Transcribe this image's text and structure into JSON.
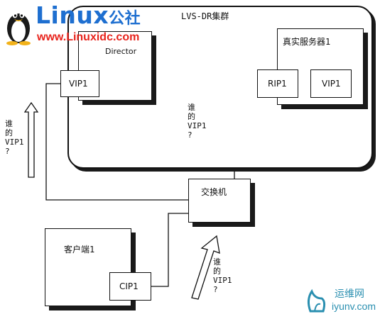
{
  "watermark": {
    "brand": "Linux",
    "brand_suffix": "公社",
    "url": "www.Linuxidc.com"
  },
  "cluster": {
    "title": "LVS-DR集群"
  },
  "director": {
    "title": "Director",
    "vip": "VIP1"
  },
  "real_server": {
    "title": "真实服务器1",
    "rip": "RIP1",
    "vip": "VIP1"
  },
  "switch": {
    "label": "交换机"
  },
  "client": {
    "title": "客户端1",
    "cip": "CIP1"
  },
  "questions": {
    "left": [
      "谁",
      "的",
      "VIP1",
      "?"
    ],
    "middle": [
      "谁",
      "的",
      "VIP1",
      "?"
    ],
    "bottom": [
      "谁",
      "的",
      "VIP1",
      "?"
    ]
  },
  "bottom_logo": {
    "cn": "运维网",
    "url": "iyunv.com"
  },
  "colors": {
    "brand_blue": "#1e6fd0",
    "brand_red": "#e8231c",
    "logo_teal": "#2a8fb0"
  }
}
